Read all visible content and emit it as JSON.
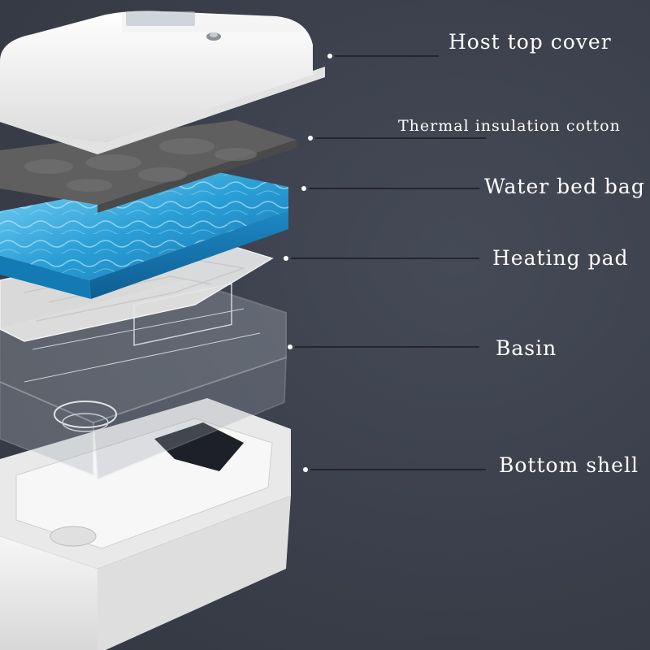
{
  "diagram": {
    "components": [
      {
        "id": "cover",
        "label": "Host top cover"
      },
      {
        "id": "cotton",
        "label": "Thermal insulation cotton"
      },
      {
        "id": "waterbed",
        "label": "Water bed bag"
      },
      {
        "id": "heating",
        "label": "Heating pad"
      },
      {
        "id": "basin",
        "label": "Basin"
      },
      {
        "id": "shell",
        "label": "Bottom shell"
      }
    ]
  },
  "colors": {
    "background": "#3a3f4b",
    "label_text": "#ffffff",
    "leader_line": "#1a1c22",
    "water": "#2a9fd6",
    "cotton": "#5a5a5a",
    "shell": "#f4f4f4"
  }
}
